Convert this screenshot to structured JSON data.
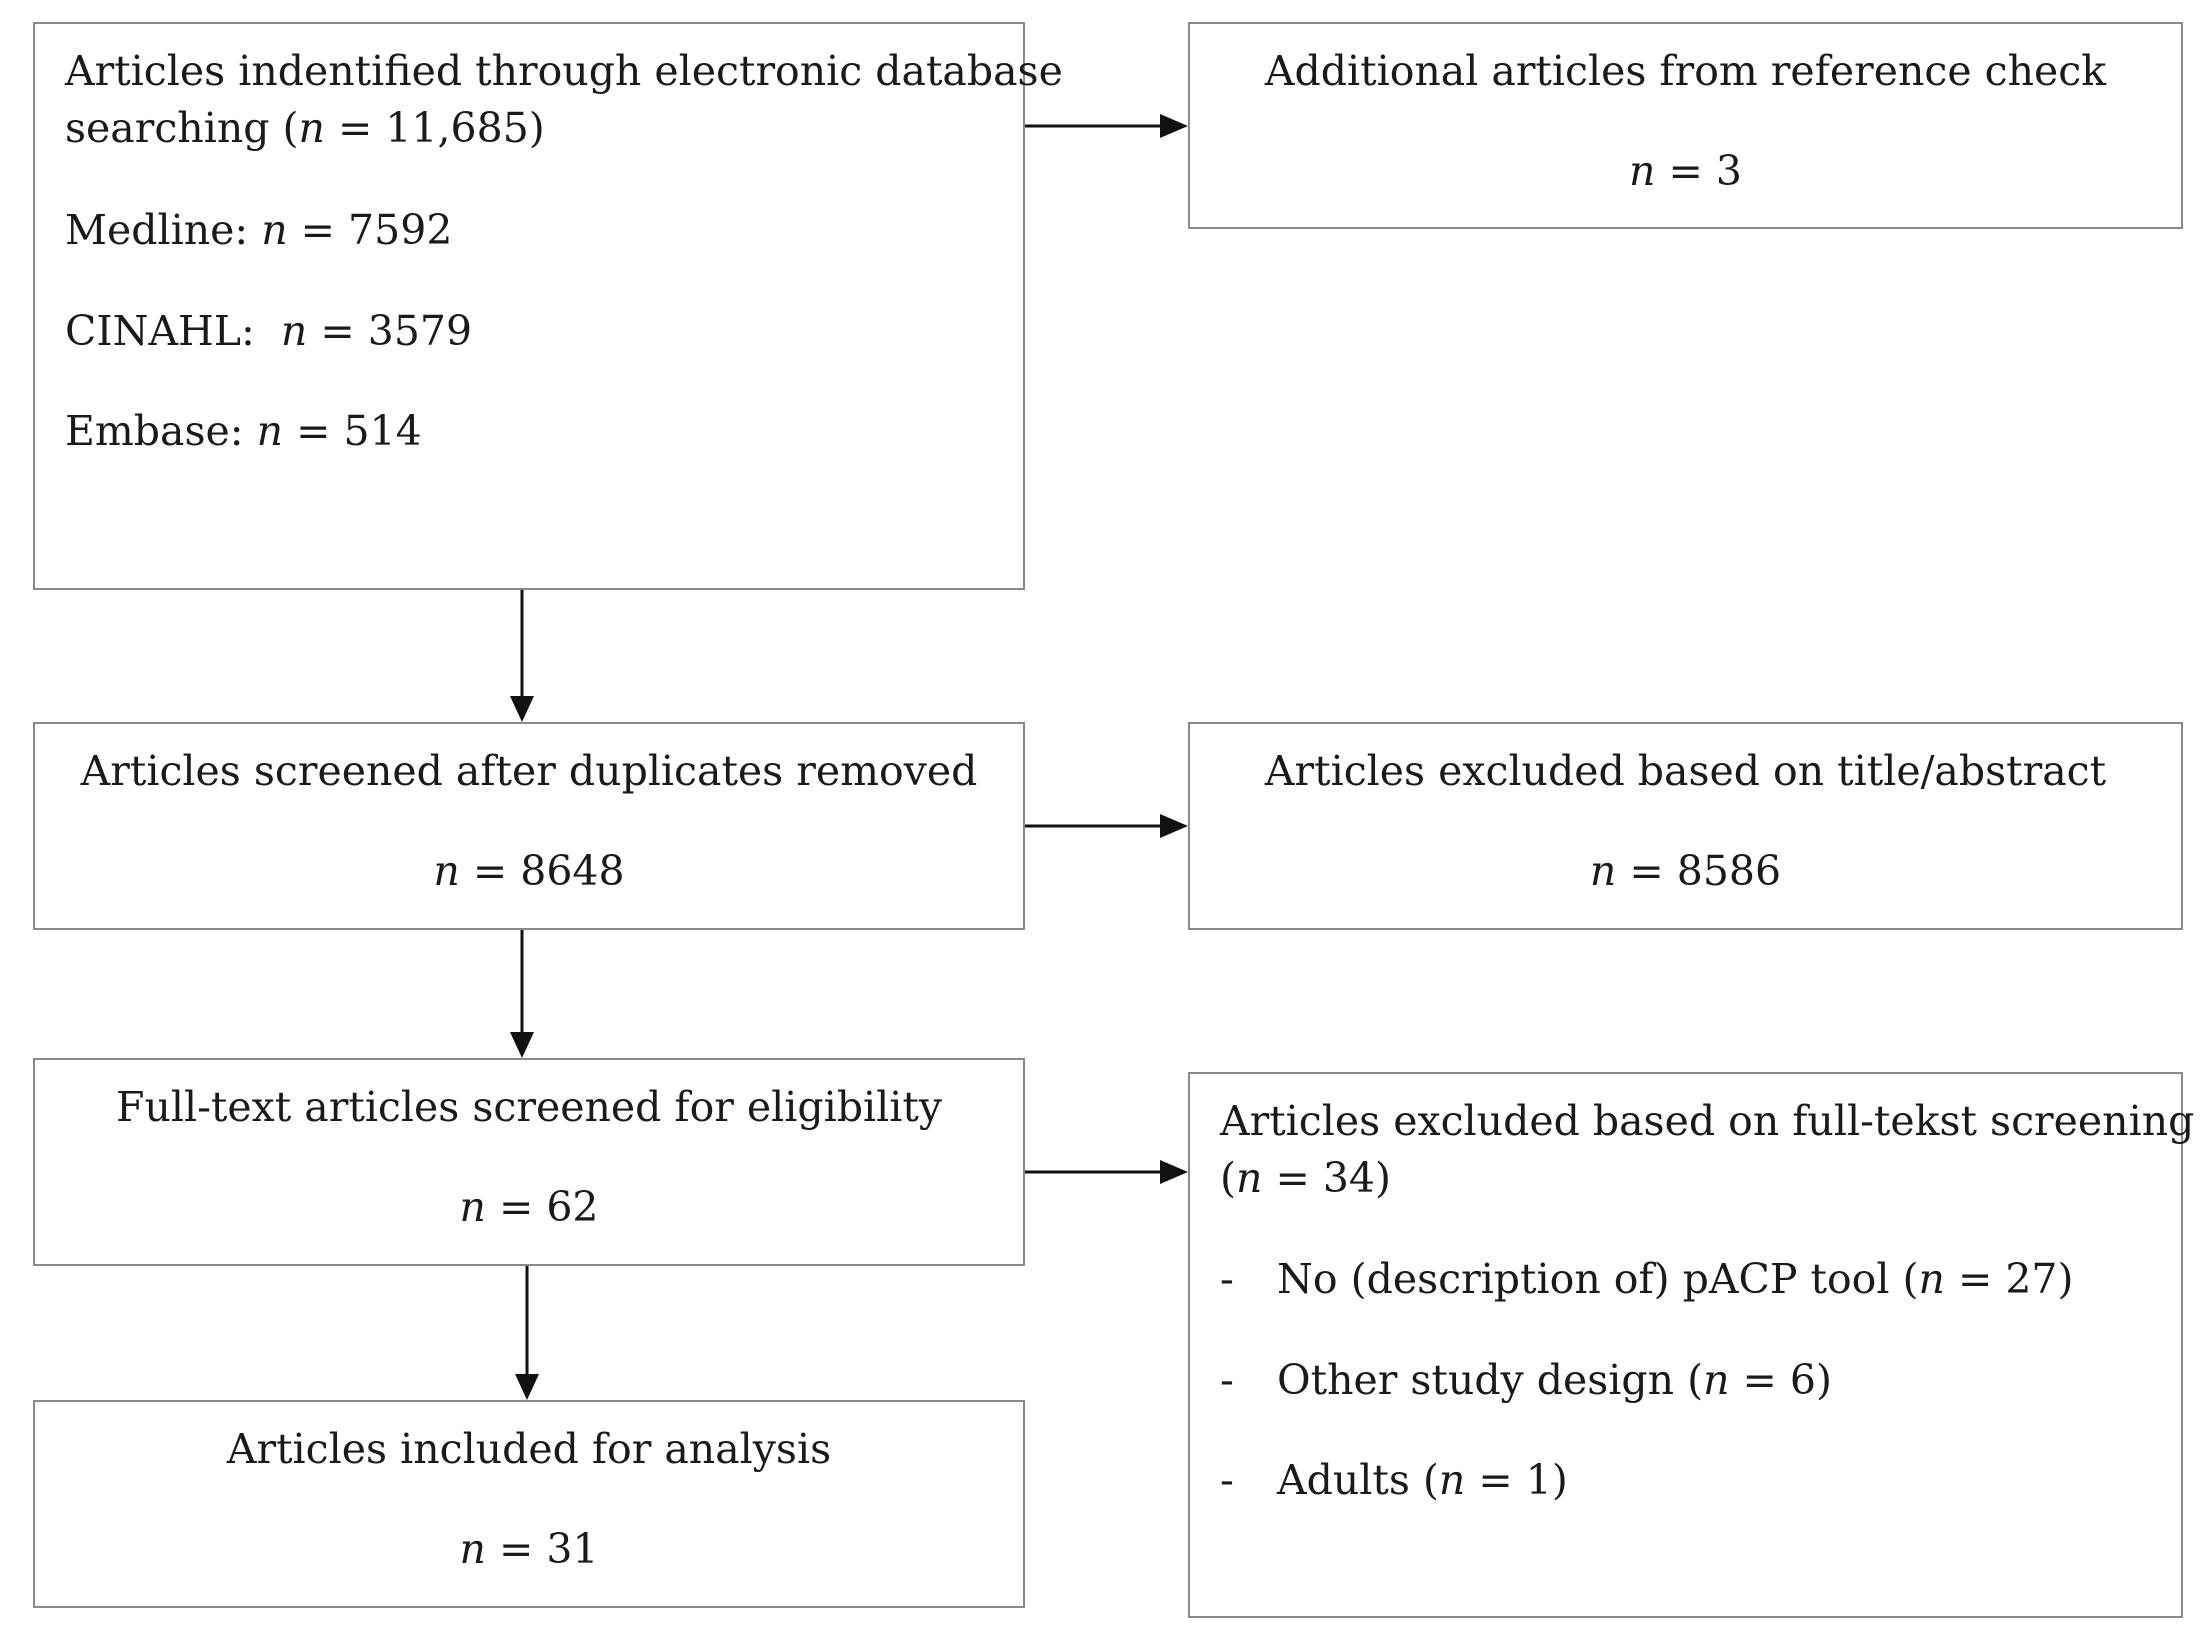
{
  "identification": {
    "title_line1": "Articles indentified through electronic database",
    "title_line2_prefix": "searching (",
    "title_line2_n": "n",
    "title_line2_suffix": " = 11,685)",
    "sources": [
      {
        "label": "Medline: ",
        "n": "n",
        "value": " = 7592"
      },
      {
        "label": "CINAHL:  ",
        "n": "n",
        "value": " = 3579"
      },
      {
        "label": "Embase: ",
        "n": "n",
        "value": " = 514"
      }
    ]
  },
  "additional": {
    "title": "Additional articles from reference check",
    "n": "n",
    "value": " = 3"
  },
  "screened": {
    "title": "Articles screened after duplicates removed",
    "n": "n",
    "value": " = 8648"
  },
  "excluded_title": {
    "title": "Articles excluded based on title/abstract",
    "n": "n",
    "value": " = 8586"
  },
  "fulltext": {
    "title": "Full-text articles screened for eligibility",
    "n": "n",
    "value": " = 62"
  },
  "excluded_fulltext": {
    "title_line1": "Articles excluded based on full-tekst screening",
    "title_line2_prefix": "(",
    "title_line2_n": "n",
    "title_line2_suffix": " = 34)",
    "reasons": [
      {
        "bullet": "-",
        "text": "No (description of) pACP tool (",
        "n": "n",
        "value": " = 27)"
      },
      {
        "bullet": "-",
        "text": "Other study design (",
        "n": "n",
        "value": " = 6)"
      },
      {
        "bullet": "-",
        "text": "Adults (",
        "n": "n",
        "value": " = 1)"
      }
    ]
  },
  "included": {
    "title": "Articles included for analysis",
    "n": "n",
    "value": " = 31"
  },
  "colors": {
    "border": "#8a8a8a",
    "arrow": "#111111",
    "text": "#1a1a1a"
  }
}
